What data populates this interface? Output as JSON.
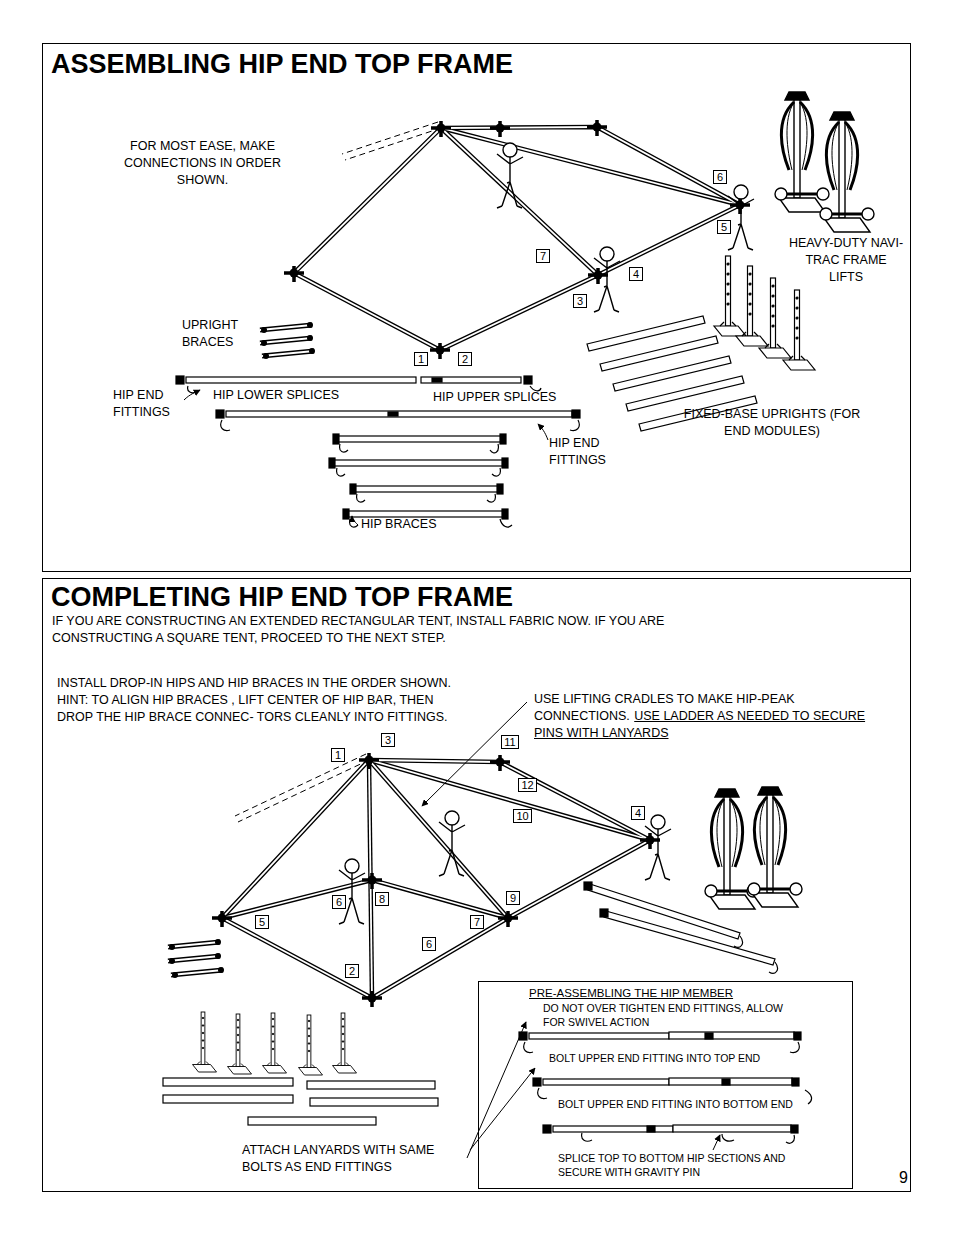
{
  "diagram": {
    "nodes": [
      {
        "text": [
          "ASSEMBLING HIP END TOP FRAME"
        ]
      },
      {
        "text": [
          "6"
        ],
        "in": 0
      },
      {
        "text": [
          "5"
        ],
        "in": 0
      },
      {
        "text": [
          "7"
        ],
        "in": 0
      },
      {
        "text": [
          "4"
        ],
        "in": 0
      },
      {
        "text": [
          "3"
        ],
        "in": 0
      },
      {
        "text": [
          "1"
        ],
        "in": 0
      },
      {
        "text": [
          "2"
        ],
        "in": 0
      },
      {
        "text": [
          "COMPLETING HIP END TOP FRAME",
          "IF YOU ARE CONSTRUCTING AN EXTENDED RECTANGULAR TENT, INSTALL FABRIC NOW. IF YOU ARE CONSTRUCTING A SQUARE TENT, PROCEED TO THE NEXT STEP."
        ]
      },
      {
        "text": [
          "3"
        ],
        "in": 8
      },
      {
        "text": [
          "11"
        ],
        "in": 8
      },
      {
        "text": [
          "1"
        ],
        "in": 8
      },
      {
        "text": [
          "12"
        ],
        "in": 8
      },
      {
        "text": [
          "4"
        ],
        "in": 8
      },
      {
        "text": [
          "10"
        ],
        "in": 8
      },
      {
        "text": [
          "8"
        ],
        "in": 8
      },
      {
        "text": [
          "9"
        ],
        "in": 8
      },
      {
        "text": [
          "6"
        ],
        "in": 8
      },
      {
        "text": [
          "5"
        ],
        "in": 8
      },
      {
        "text": [
          "7"
        ],
        "in": 8
      },
      {
        "text": [
          "6"
        ],
        "in": 8
      },
      {
        "text": [
          "2"
        ],
        "in": 8
      },
      {
        "text": [
          "PRE-ASSEMBLING THE HIP MEMBER",
          "DO NOT OVER TIGHTEN END FITTINGS, ALLOW FOR SWIVEL ACTION",
          "BOLT UPPER END FITTING INTO TOP END",
          "BOLT UPPER END FITTING INTO BOTTOM END",
          "SPLICE TOP TO BOTTOM HIP SECTIONS AND SECURE WITH GRAVITY PIN"
        ],
        "in": 8
      }
    ],
    "labels": [
      "FOR MOST EASE, MAKE CONNECTIONS IN ORDER SHOWN.",
      "HEAVY-DUTY NAVI-TRAC FRAME LIFTS",
      "UPRIGHT BRACES",
      "HIP END FITTINGS",
      "HIP LOWER SPLICES",
      "HIP UPPER SPLICES",
      "FIXED-BASE UPRIGHTS (FOR END MODULES)",
      "HIP END FITTINGS",
      "HIP BRACES",
      "INSTALL DROP-IN HIPS AND HIP BRACES IN THE ORDER SHOWN. HINT: TO ALIGN HIP BRACES , LIFT CENTER OF HIP BAR, THEN DROP THE HIP BRACE CONNEC- TORS CLEANLY INTO FITTINGS.",
      "USE LIFTING CRADLES TO MAKE HIP-PEAK CONNECTIONS.",
      "USE LADDER AS NEEDED TO SECURE PINS WITH LANYARDS",
      "ATTACH LANYARDS WITH SAME BOLTS AS END FITTINGS",
      "9"
    ]
  }
}
